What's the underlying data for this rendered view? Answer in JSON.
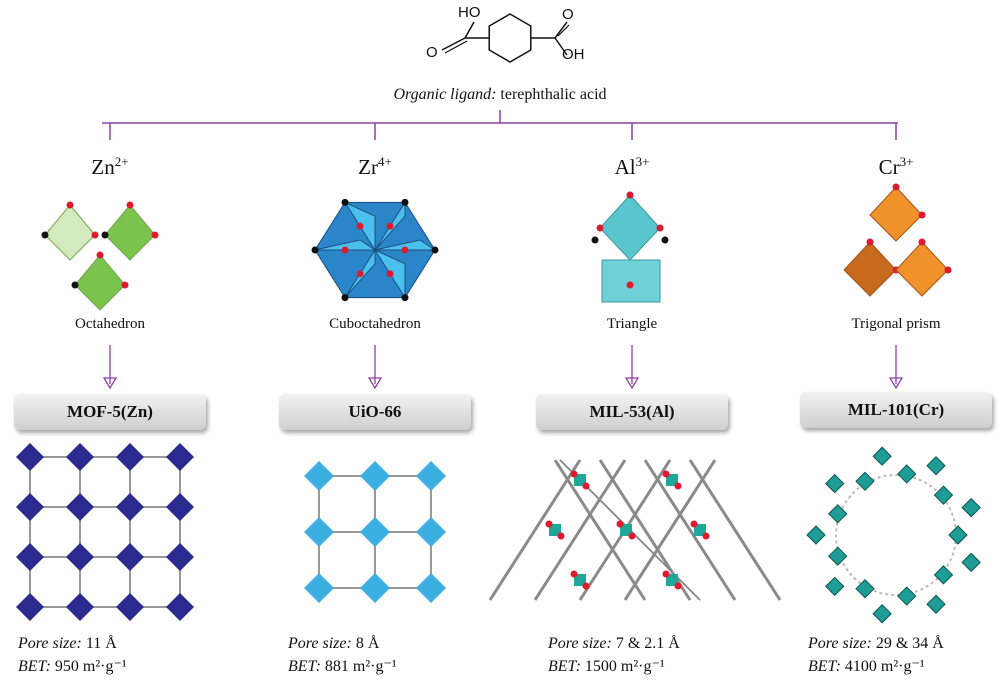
{
  "ligand": {
    "oh_top": "HO",
    "oh_bottom": "OH",
    "o_top": "O",
    "o_bottom": "O",
    "caption_italic": "Organic ligand:",
    "caption_name": "terephthalic  acid"
  },
  "colors": {
    "tree_line": "#8e3fa8",
    "mof5": "#2b2a8f",
    "uio66": "#3bb0e0",
    "mil53": "#1fa79a",
    "mil101": "#1f9c95",
    "zn_poly": "#6cbd3a",
    "zr_poly": "#2a86c8",
    "al_poly": "#58c6cc",
    "cr_poly": "#f0912a",
    "oxygen": "#e0192e"
  },
  "columns": [
    {
      "metal": "Zn",
      "charge": "2+",
      "geometry": "Octahedron",
      "name": "MOF-5(Zn)",
      "pore_label": "Pore size:",
      "pore_value": " 11 Å",
      "bet_label": "BET:",
      "bet_value": " 950 m²·g⁻¹"
    },
    {
      "metal": "Zr",
      "charge": "4+",
      "geometry": "Cuboctahedron",
      "name": "UiO-66",
      "pore_label": "Pore size:",
      "pore_value": " 8 Å",
      "bet_label": "BET:",
      "bet_value": " 881 m²·g⁻¹"
    },
    {
      "metal": "Al",
      "charge": "3+",
      "geometry": "Triangle",
      "name": "MIL-53(Al)",
      "pore_label": "Pore size:",
      "pore_value": " 7 & 2.1 Å",
      "bet_label": "BET:",
      "bet_value": " 1500 m²·g⁻¹"
    },
    {
      "metal": "Cr",
      "charge": "3+",
      "geometry": "Trigonal prism",
      "name": "MIL-101(Cr)",
      "pore_label": "Pore size:",
      "pore_value": " 29 & 34 Å",
      "bet_label": "BET:",
      "bet_value": " 4100 m²·g⁻¹"
    }
  ]
}
